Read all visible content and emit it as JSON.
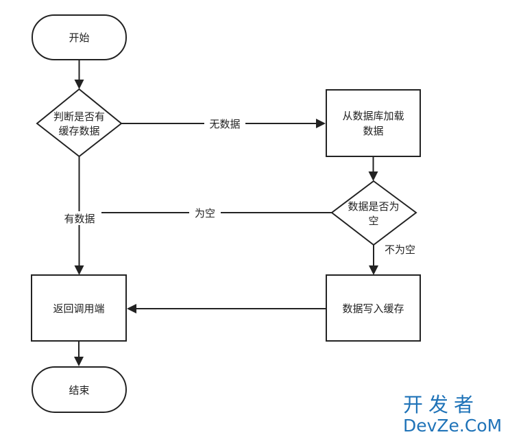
{
  "nodes": {
    "start": "开始",
    "check_cache_line1": "判断是否有",
    "check_cache_line2": "缓存数据",
    "load_db_line1": "从数据库加载",
    "load_db_line2": "数据",
    "check_empty_line1": "数据是否为",
    "check_empty_line2": "空",
    "return_caller": "返回调用端",
    "write_cache": "数据写入缓存",
    "end": "结束"
  },
  "edges": {
    "no_data": "无数据",
    "has_data": "有数据",
    "is_empty": "为空",
    "not_empty": "不为空"
  },
  "watermark": {
    "cn": "开发者",
    "en": "DevZe.CoM"
  },
  "colors": {
    "stroke": "#222222",
    "watermark": "#1f73b8"
  }
}
